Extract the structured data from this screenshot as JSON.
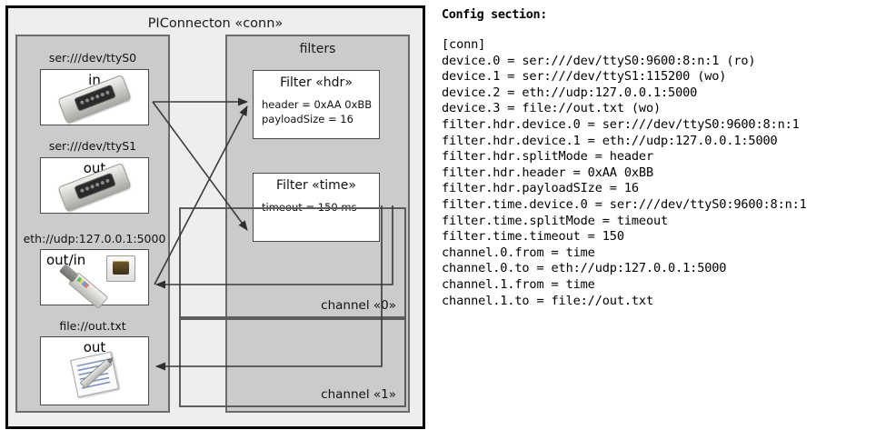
{
  "diagram": {
    "title": "PIConnecton «conn»",
    "devices_panel": {
      "items": [
        {
          "label": "ser:///dev/ttyS0",
          "direction": "in",
          "icon": "serial-port-icon"
        },
        {
          "label": "ser:///dev/ttyS1",
          "direction": "out",
          "icon": "serial-port-icon"
        },
        {
          "label": "eth://udp:127.0.0.1:5000",
          "direction": "out/in",
          "icon": "ethernet-icon"
        },
        {
          "label": "file://out.txt",
          "direction": "out",
          "icon": "text-file-icon"
        }
      ]
    },
    "filters_panel": {
      "title": "filters",
      "filters": [
        {
          "title": "Filter «hdr»",
          "properties": [
            "header = 0xAA 0xBB",
            "payloadSize = 16"
          ]
        },
        {
          "title": "Filter «time»",
          "properties": [
            "timeout = 150 ms"
          ]
        }
      ],
      "channels": [
        {
          "label": "channel «0»"
        },
        {
          "label": "channel «1»"
        }
      ]
    },
    "colors": {
      "outer_fill": "#eeeeee",
      "panel_fill": "#cbcbcb",
      "card_fill": "#ffffff",
      "border_dark": "#000000",
      "border_panel": "#6b6b6b",
      "wire": "#3a3a3a"
    }
  },
  "config": {
    "heading": "Config section:",
    "lines": [
      "[conn]",
      "device.0 = ser:///dev/ttyS0:9600:8:n:1 (ro)",
      "device.1 = ser:///dev/ttyS1:115200 (wo)",
      "device.2 = eth://udp:127.0.0.1:5000",
      "device.3 = file://out.txt (wo)",
      "filter.hdr.device.0 = ser:///dev/ttyS0:9600:8:n:1",
      "filter.hdr.device.1 = eth://udp:127.0.0.1:5000",
      "filter.hdr.splitMode = header",
      "filter.hdr.header = 0xAA 0xBB",
      "filter.hdr.payloadSIze = 16",
      "filter.time.device.0 = ser:///dev/ttyS0:9600:8:n:1",
      "filter.time.splitMode = timeout",
      "filter.time.timeout = 150",
      "channel.0.from = time",
      "channel.0.to = eth://udp:127.0.0.1:5000",
      "channel.1.from = time",
      "channel.1.to = file://out.txt"
    ]
  }
}
